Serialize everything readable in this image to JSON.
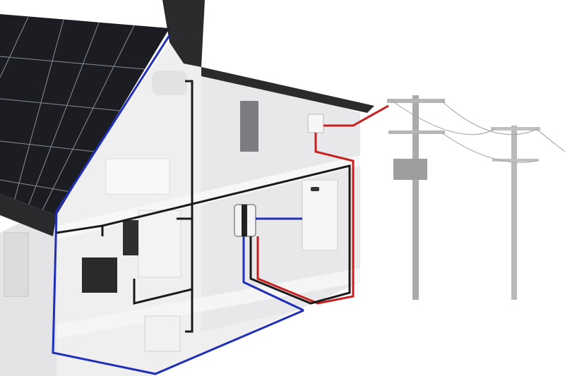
{
  "colors": {
    "background": "#ffffff",
    "walls": "#e9e9ea",
    "roof": "#2a2a2c",
    "solar_panel": "#1c1d22",
    "dc_wire": "#1f2fb8",
    "ac_wire": "#c81e1e",
    "neutral_wire": "#1a1a1a",
    "poles": "#a9aaac"
  },
  "components": [
    "solar-panels",
    "inverter",
    "battery",
    "meter",
    "utility-poles",
    "appliances"
  ]
}
